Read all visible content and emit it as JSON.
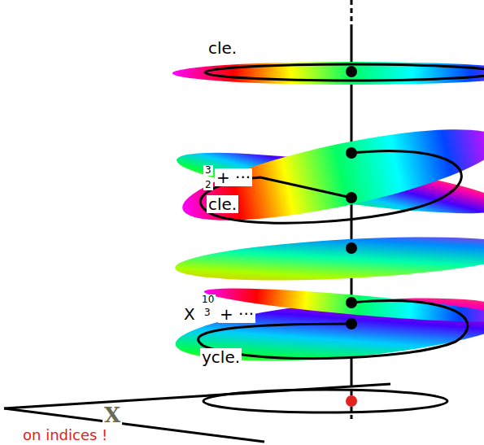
{
  "diagram": {
    "labels": [
      "cle.",
      "3",
      "2",
      "+ ···",
      "cle.",
      "X",
      "10",
      "3",
      "+ ···",
      "ycle.",
      "X",
      "on indices !"
    ]
  }
}
